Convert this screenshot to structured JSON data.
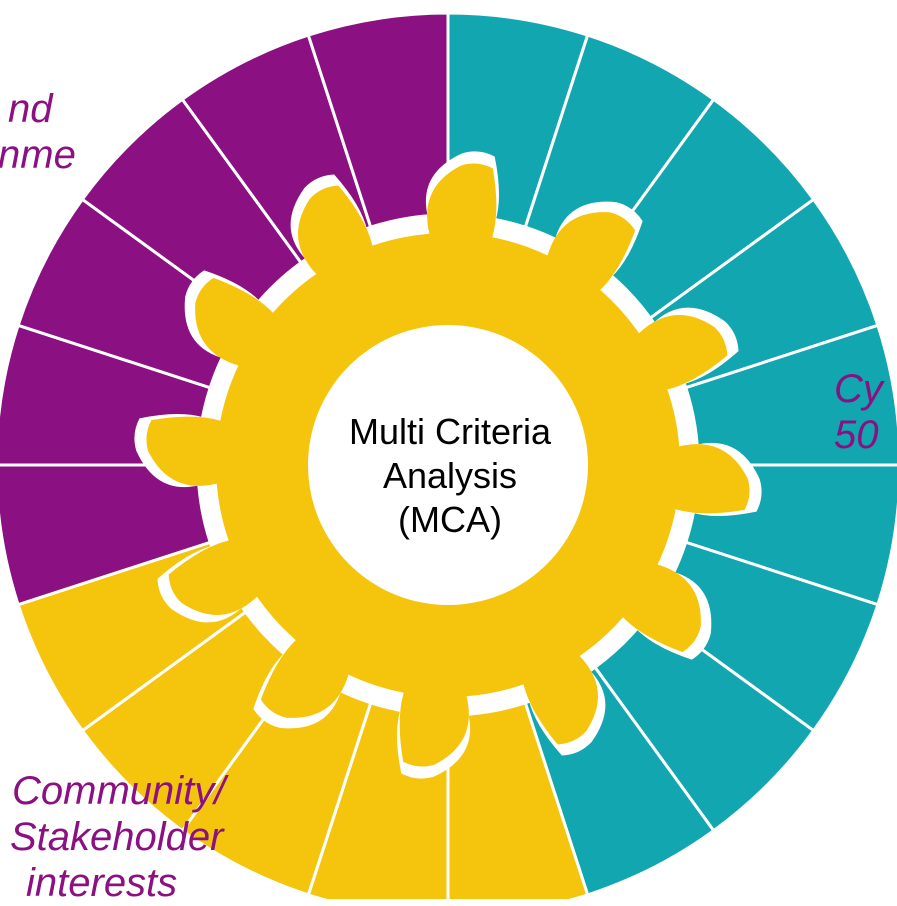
{
  "colors": {
    "teal": "#12A6B0",
    "purple": "#8B1182",
    "yellow": "#F5C50E",
    "label_purple": "#8B1182"
  },
  "center": {
    "line1": "Multi Criteria",
    "line2": "Analysis",
    "line3": "(MCA)"
  },
  "labels": {
    "top_left_line1": "nd",
    "top_left_line2": "nme",
    "right_line1": "Cy",
    "right_line2": "50",
    "bottom_line1": "Community/",
    "bottom_line2": "Stakeholder",
    "bottom_line3": "interests"
  }
}
